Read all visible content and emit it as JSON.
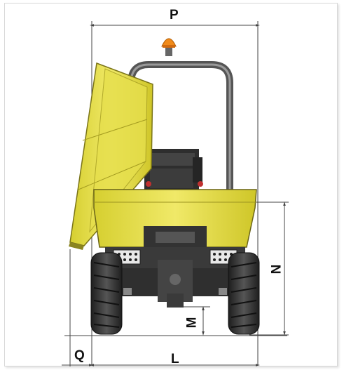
{
  "dimensions": {
    "P": "P",
    "N": "N",
    "M": "M",
    "Q": "Q",
    "L": "L"
  },
  "colors": {
    "skip_yellow": "#e8e04a",
    "skip_yellow_dark": "#b8b020",
    "chassis_dark": "#3a3a3a",
    "tyre": "#2a2a2a",
    "beacon_orange": "#f08a1a",
    "dimension_line": "#444444"
  }
}
